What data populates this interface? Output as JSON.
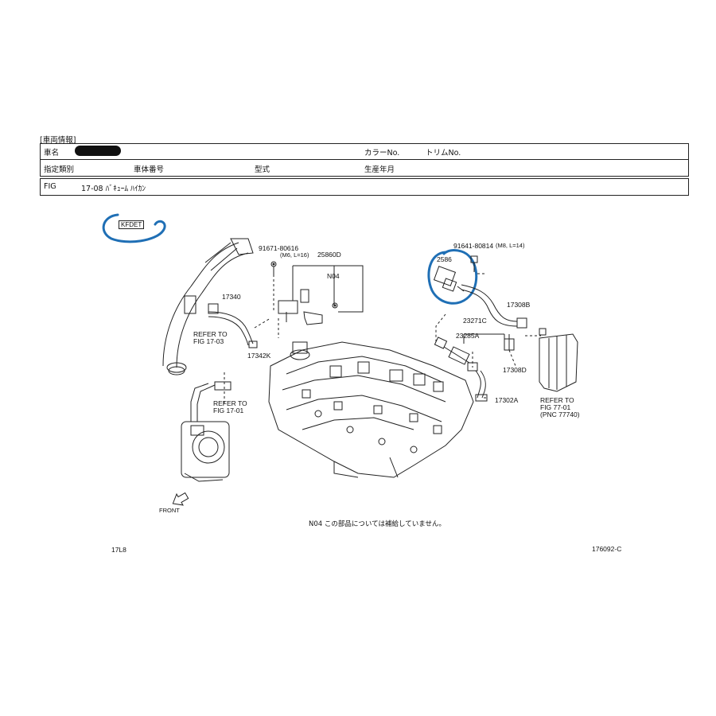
{
  "header": {
    "section_title": "[車両情報]",
    "row1": {
      "car_name_label": "車名",
      "color_label": "カラーNo.",
      "trim_label": "トリムNo."
    },
    "row2": {
      "designation_label": "指定類別",
      "chassis_label": "車体番号",
      "model_label": "型式",
      "production_label": "生産年月"
    },
    "fig_row": {
      "fig_label": "FIG",
      "fig_value": "17-08 ﾊﾞｷｭｰﾑ ﾊｲｶﾝ"
    }
  },
  "engine_code": "KFDET",
  "parts": {
    "p1": "91671-80616",
    "p1_spec": "(M6, L=16)",
    "p2": "25860D",
    "p3": "N04",
    "p4": "17340",
    "p5": "17342K",
    "p6": "91641-80814",
    "p6_spec": "(M8, L=14)",
    "p7": "2586",
    "p8": "17308B",
    "p9": "23271C",
    "p10": "23285A",
    "p11": "17308D",
    "p12": "17302A"
  },
  "refs": {
    "ref1_l1": "REFER TO",
    "ref1_l2": "FIG  17-03",
    "ref2_l1": "REFER TO",
    "ref2_l2": "FIG  17-01",
    "ref3_l1": "REFER TO",
    "ref3_l2": "FIG  77-01",
    "ref3_l3": "(PNC 77740)"
  },
  "front_label": "FRONT",
  "note": "N04  この部品については補給していません。",
  "footer": {
    "left": "17L8",
    "right": "176092-C"
  },
  "colors": {
    "highlight": "#1f6fb5",
    "line": "#222222"
  }
}
